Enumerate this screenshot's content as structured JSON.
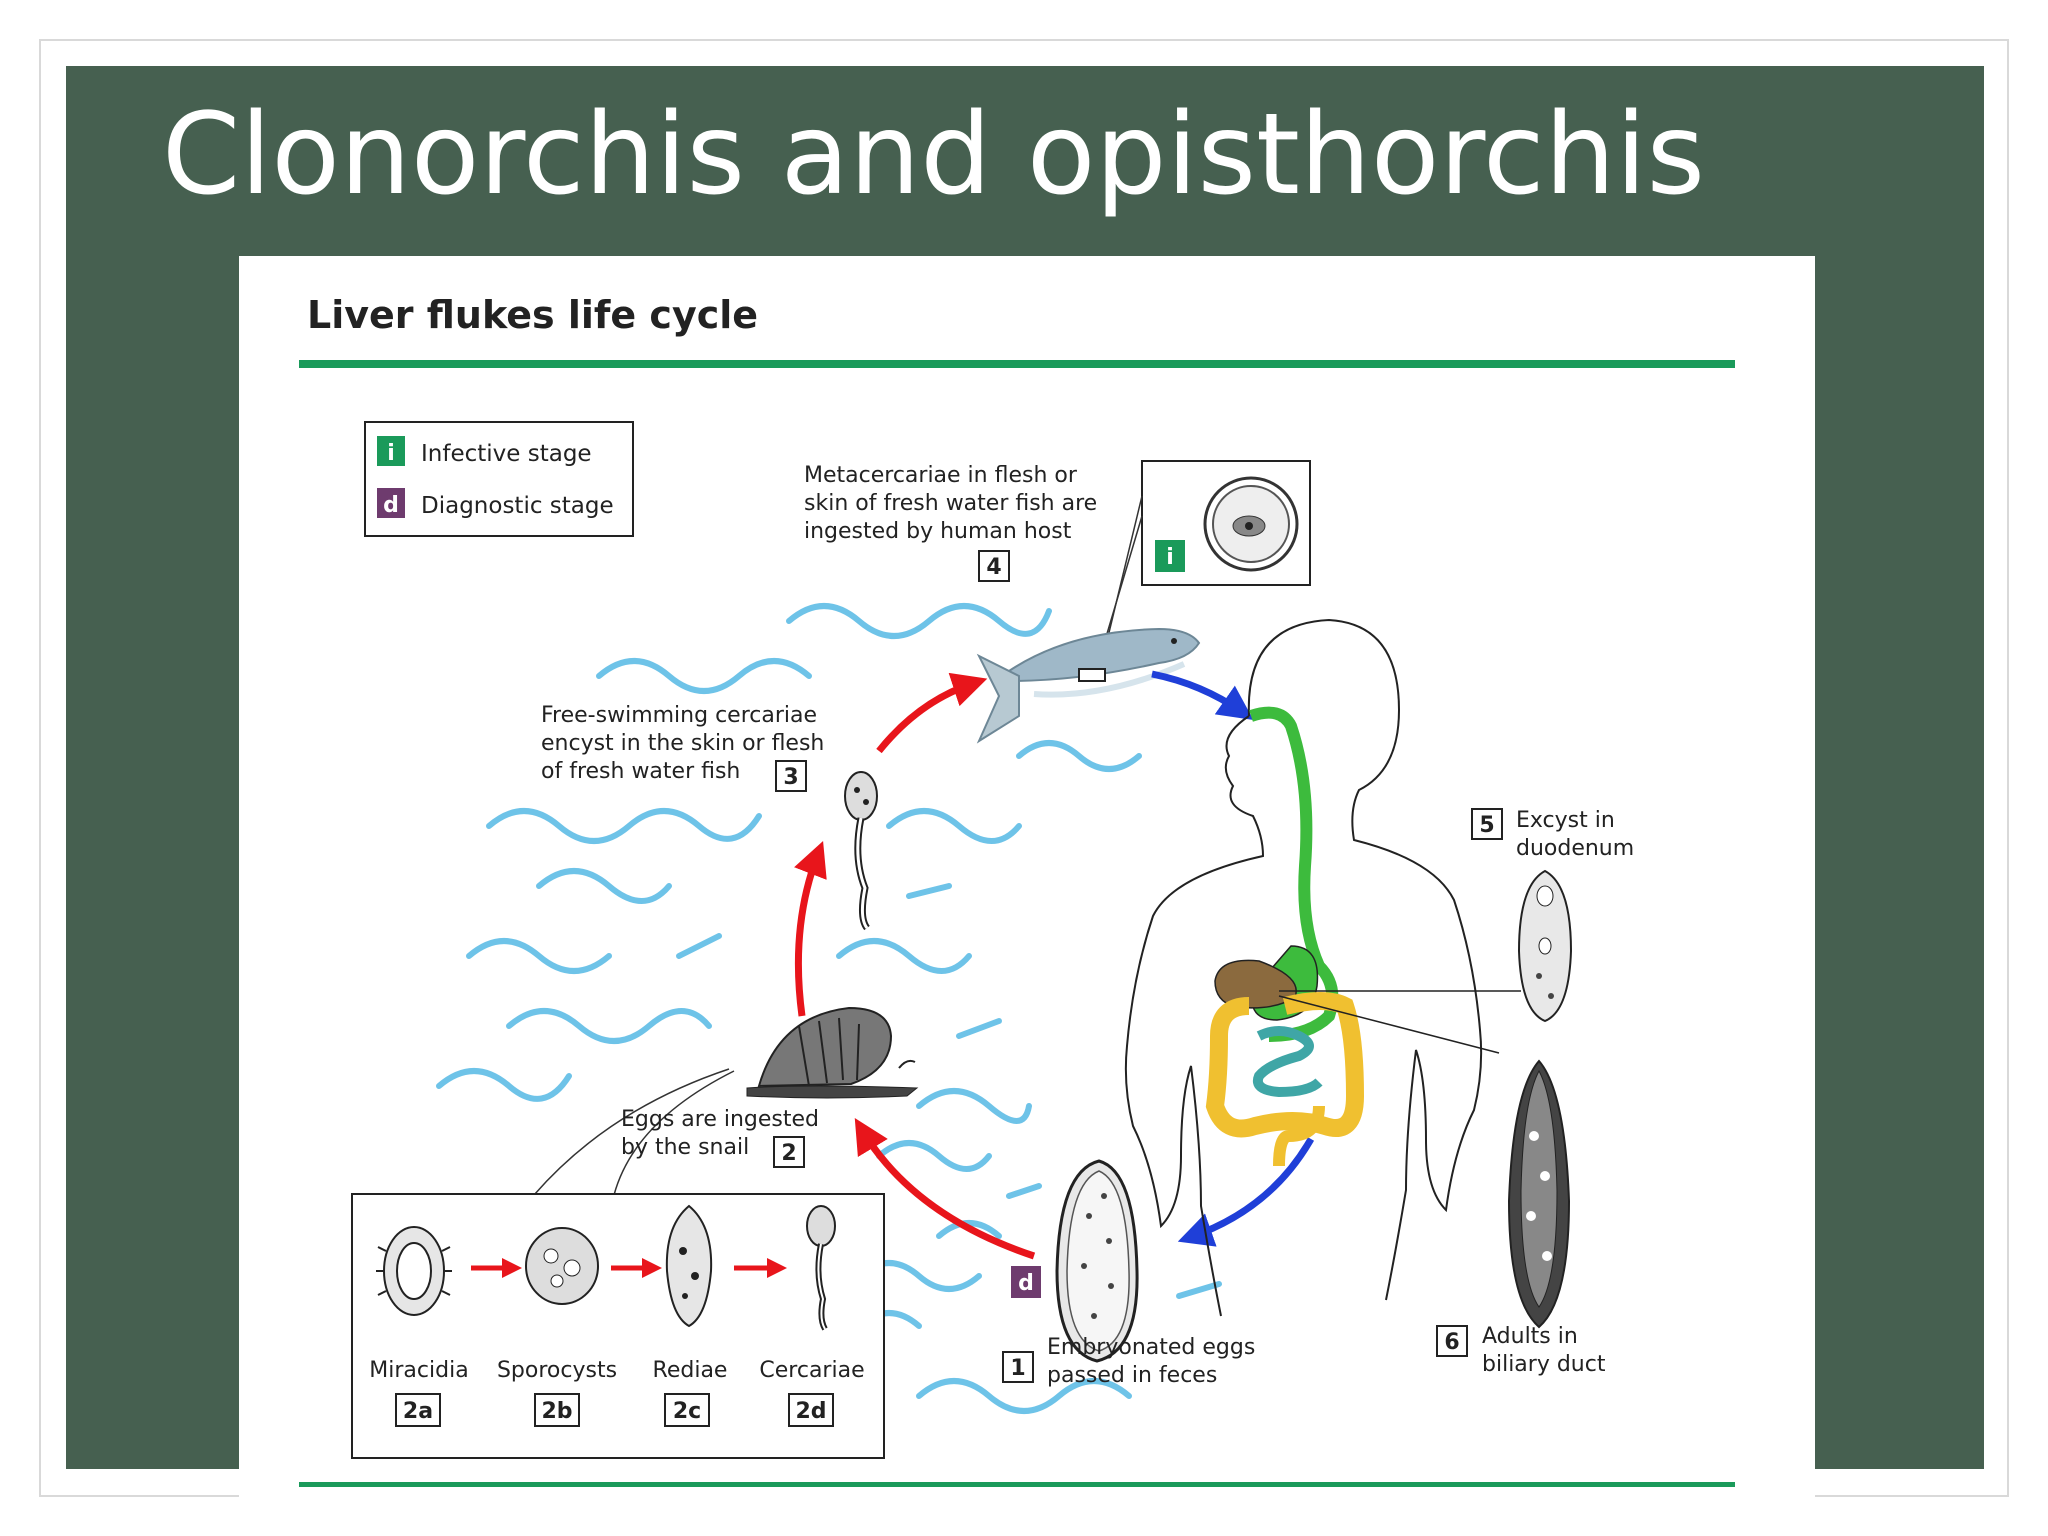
{
  "slide": {
    "title": "Clonorchis and opisthorchis"
  },
  "figure": {
    "title": "Liver flukes life cycle",
    "legend": [
      {
        "badge": "i",
        "label": "Infective stage",
        "color": "#1a9a5a"
      },
      {
        "badge": "d",
        "label": "Diagnostic stage",
        "color": "#6e3b6e"
      }
    ],
    "steps": {
      "s1": {
        "num": "1",
        "line1": "Embryonated eggs",
        "line2": "passed in feces"
      },
      "s2": {
        "num": "2",
        "line1": "Eggs are ingested",
        "line2": "by the snail"
      },
      "s3": {
        "num": "3",
        "line1": "Free-swimming cercariae",
        "line2": "encyst in the skin or flesh",
        "line3": "of fresh water fish"
      },
      "s4": {
        "num": "4",
        "line1": "Metacercariae in flesh or",
        "line2": "skin of fresh water fish are",
        "line3": "ingested by human host"
      },
      "s5": {
        "num": "5",
        "line1": "Excyst in",
        "line2": "duodenum"
      },
      "s6": {
        "num": "6",
        "line1": "Adults in",
        "line2": "biliary duct"
      }
    },
    "snail_stages": [
      {
        "label": "Miracidia",
        "code": "2a"
      },
      {
        "label": "Sporocysts",
        "code": "2b"
      },
      {
        "label": "Rediae",
        "code": "2c"
      },
      {
        "label": "Cercariae",
        "code": "2d"
      }
    ],
    "badges": {
      "infective": "i",
      "diagnostic": "d"
    },
    "colors": {
      "accent_green": "#1a9a5a",
      "water": "#6ec3e8",
      "red_arrow": "#e8151b",
      "blue_arrow": "#1f3fd8",
      "gut_green": "#3dbb3d",
      "liver_brown": "#8b6a3e",
      "colon_yellow": "#f0c030",
      "intestine_teal": "#3fa6a6"
    }
  }
}
